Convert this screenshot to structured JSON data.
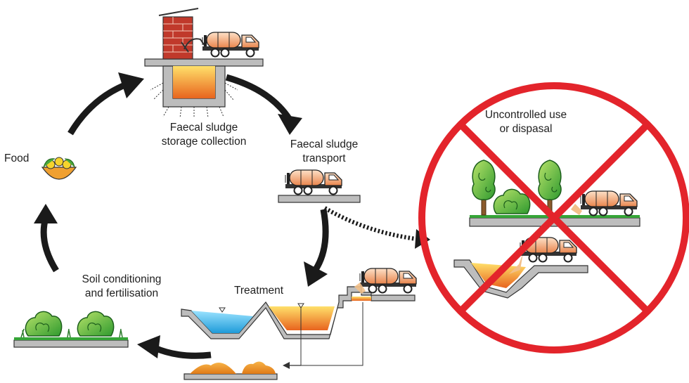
{
  "labels": {
    "storage": [
      "Faecal sludge",
      "storage collection"
    ],
    "transport": [
      "Faecal sludge",
      "transport"
    ],
    "uncontrolled": [
      "Uncontrolled use",
      "or dispasal"
    ],
    "food": "Food",
    "soil": [
      "Soil conditioning",
      "and fertilisation"
    ],
    "treatment": "Treatment"
  },
  "colors": {
    "prohibition": "#e3242b",
    "cycle_arrow": "#1a1a1a",
    "ground": "#9a9a9a",
    "grass": "#35a537",
    "tank": "#f4a26c",
    "sludge": "#f0a020",
    "water": "#3fb8e8",
    "brick": "#c0392b"
  }
}
